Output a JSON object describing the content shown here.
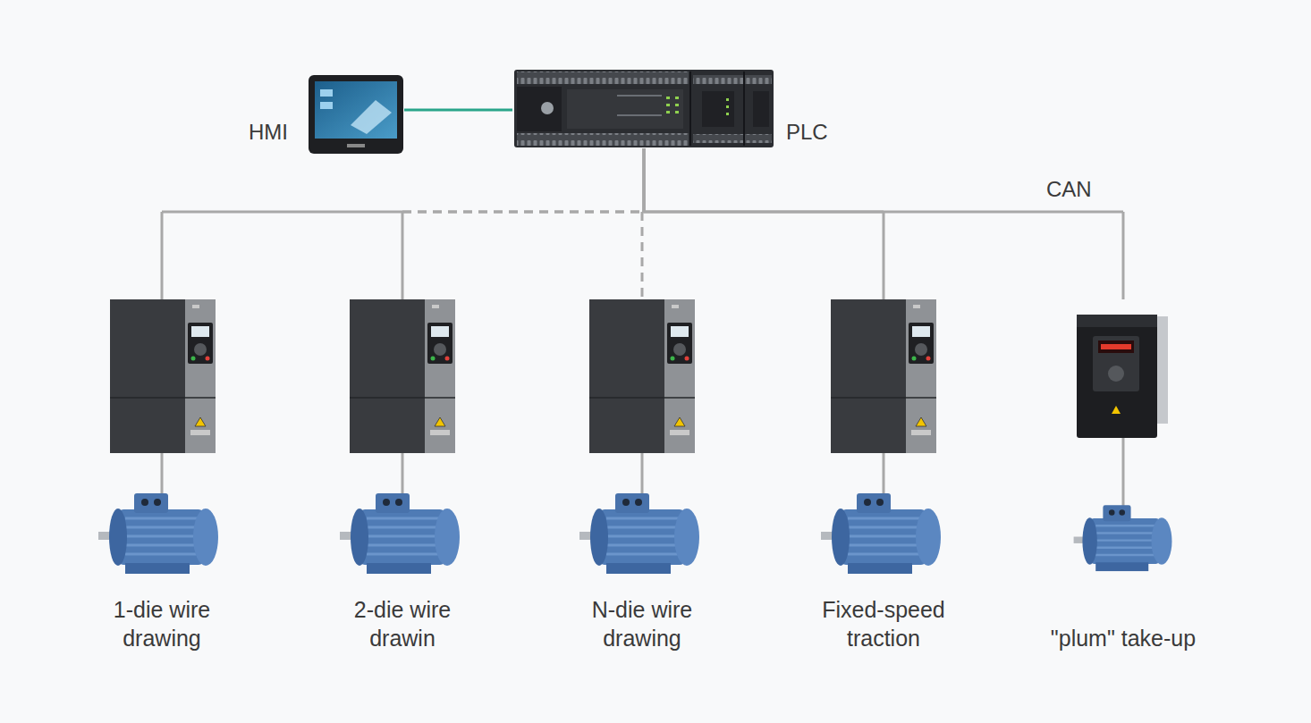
{
  "diagram": {
    "nodes": [
      {
        "text": [
          "HMI"
        ]
      },
      {
        "text": [
          "PLC"
        ]
      },
      {
        "text": [
          "1-die wire drawing"
        ]
      },
      {
        "text": [
          "2-die wire drawin"
        ]
      },
      {
        "text": [
          "N-die wire drawing"
        ]
      },
      {
        "text": [
          "Fixed-speed traction"
        ]
      },
      {
        "text": [
          "\"plum\" take-up"
        ]
      }
    ],
    "edges": [
      {
        "from": 0,
        "to": 1,
        "arrow": "none"
      },
      {
        "from": 1,
        "to": 2,
        "arrow": "none"
      },
      {
        "from": 1,
        "to": 3,
        "arrow": "none"
      },
      {
        "from": 1,
        "to": 4,
        "arrow": "none"
      },
      {
        "from": 1,
        "to": 5,
        "arrow": "none"
      },
      {
        "from": 1,
        "to": 6,
        "arrow": "none"
      }
    ],
    "labels": [
      "CAN"
    ]
  }
}
